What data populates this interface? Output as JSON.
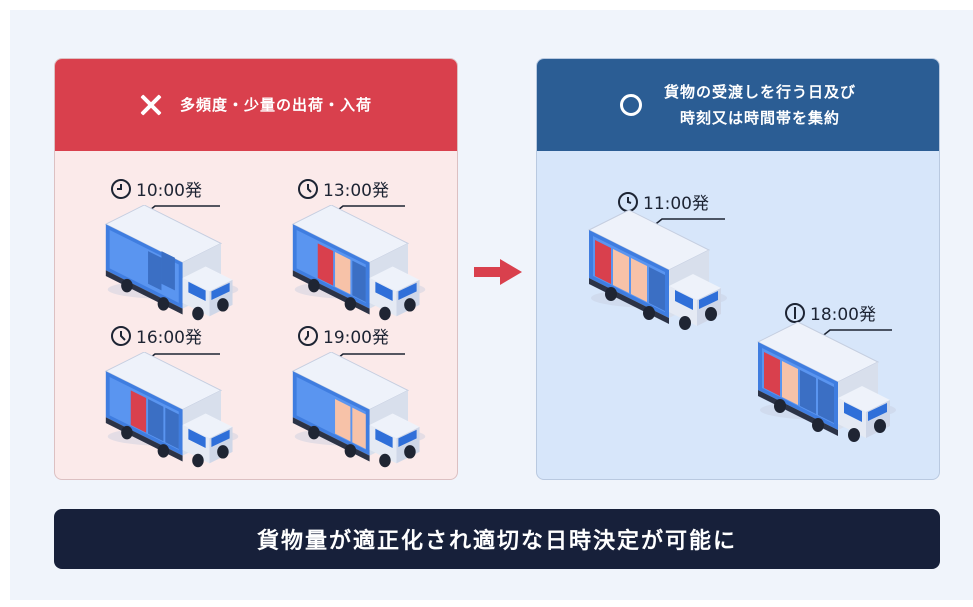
{
  "colors": {
    "bad_header": "#d9404d",
    "good_header": "#2b5d94",
    "banner": "#17203a",
    "arrow": "#d9404d"
  },
  "left_panel": {
    "title": "多頻度・少量の出荷・入荷",
    "icon": "x-mark-icon",
    "departures": [
      {
        "time": "10:00発",
        "cargo": [
          "blue",
          "blue"
        ]
      },
      {
        "time": "13:00発",
        "cargo": [
          "red",
          "peach"
        ]
      },
      {
        "time": "16:00発",
        "cargo": [
          "red",
          "blue"
        ]
      },
      {
        "time": "19:00発",
        "cargo": [
          "peach"
        ]
      }
    ]
  },
  "right_panel": {
    "title_line1": "貨物の受渡しを行う日及び",
    "title_line2": "時刻又は時間帯を集約",
    "icon": "circle-mark-icon",
    "departures": [
      {
        "time": "11:00発"
      },
      {
        "time": "18:00発"
      }
    ]
  },
  "banner": {
    "text": "貨物量が適正化され適切な日時決定が可能に"
  }
}
